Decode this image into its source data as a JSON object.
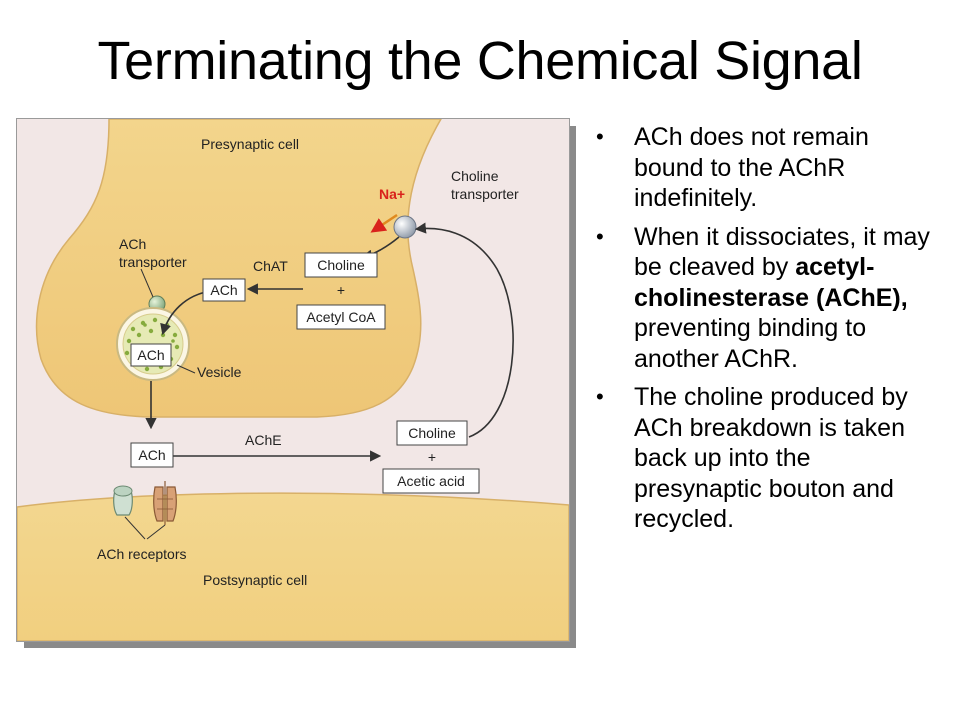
{
  "title": "Terminating the Chemical Signal",
  "diagram": {
    "presynaptic_label": "Presynaptic cell",
    "postsynaptic_label": "Postsynaptic cell",
    "choline_transporter_label_1": "Choline",
    "choline_transporter_label_2": "transporter",
    "na_label": "Na+",
    "ach_transporter_label_1": "ACh",
    "ach_transporter_label_2": "transporter",
    "chat_label": "ChAT",
    "ache_label": "AChE",
    "vesicle_label": "Vesicle",
    "receptors_label": "ACh receptors",
    "box_choline_top": "Choline",
    "plus_top": "+",
    "box_acetyl_coa": "Acetyl CoA",
    "box_ach_top": "ACh",
    "box_ach_vesicle": "ACh",
    "box_ach_cleft": "ACh",
    "box_choline_cleft": "Choline",
    "plus_cleft": "+",
    "box_acetic_acid": "Acetic acid"
  },
  "bullets": [
    {
      "text": "ACh does not remain bound to the AChR indefinitely."
    },
    {
      "before": "When it dissociates, it may be cleaved by ",
      "bold": "acetyl-cholinesterase (AChE),",
      "after": " preventing binding to another AChR."
    },
    {
      "text": "The choline produced by ACh breakdown is taken back up into the presynaptic bouton and recycled."
    }
  ],
  "bullet_symbol": "•",
  "colors": {
    "cell_fill": "#f0cd7e",
    "background": "#f2e7e6",
    "arrow": "#333333",
    "na_text": "#d9221c"
  }
}
